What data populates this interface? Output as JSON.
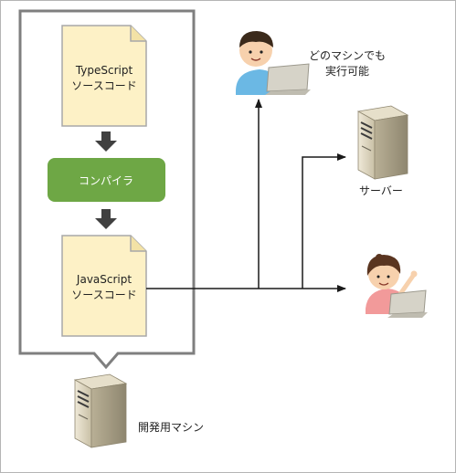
{
  "typescript_doc": {
    "line1": "TypeScript",
    "line2": "ソースコード"
  },
  "compiler": {
    "label": "コンパイラ"
  },
  "javascript_doc": {
    "line1": "JavaScript",
    "line2": "ソースコード"
  },
  "any_machine": {
    "line1": "どのマシンでも",
    "line2": "実行可能"
  },
  "server": {
    "label": "サーバー"
  },
  "dev_machine": {
    "label": "開発用マシン"
  },
  "colors": {
    "doc_fill": "#fdf1c6",
    "doc_stroke": "#a8a8a8",
    "compiler_fill": "#6ea745",
    "frame_stroke": "#7f7f7f",
    "arrow": "#1a1a1a",
    "down_arrow": "#404040"
  },
  "icons": [
    "person-laptop-boy-icon",
    "server-icon",
    "person-laptop-girl-icon",
    "dev-server-icon"
  ]
}
